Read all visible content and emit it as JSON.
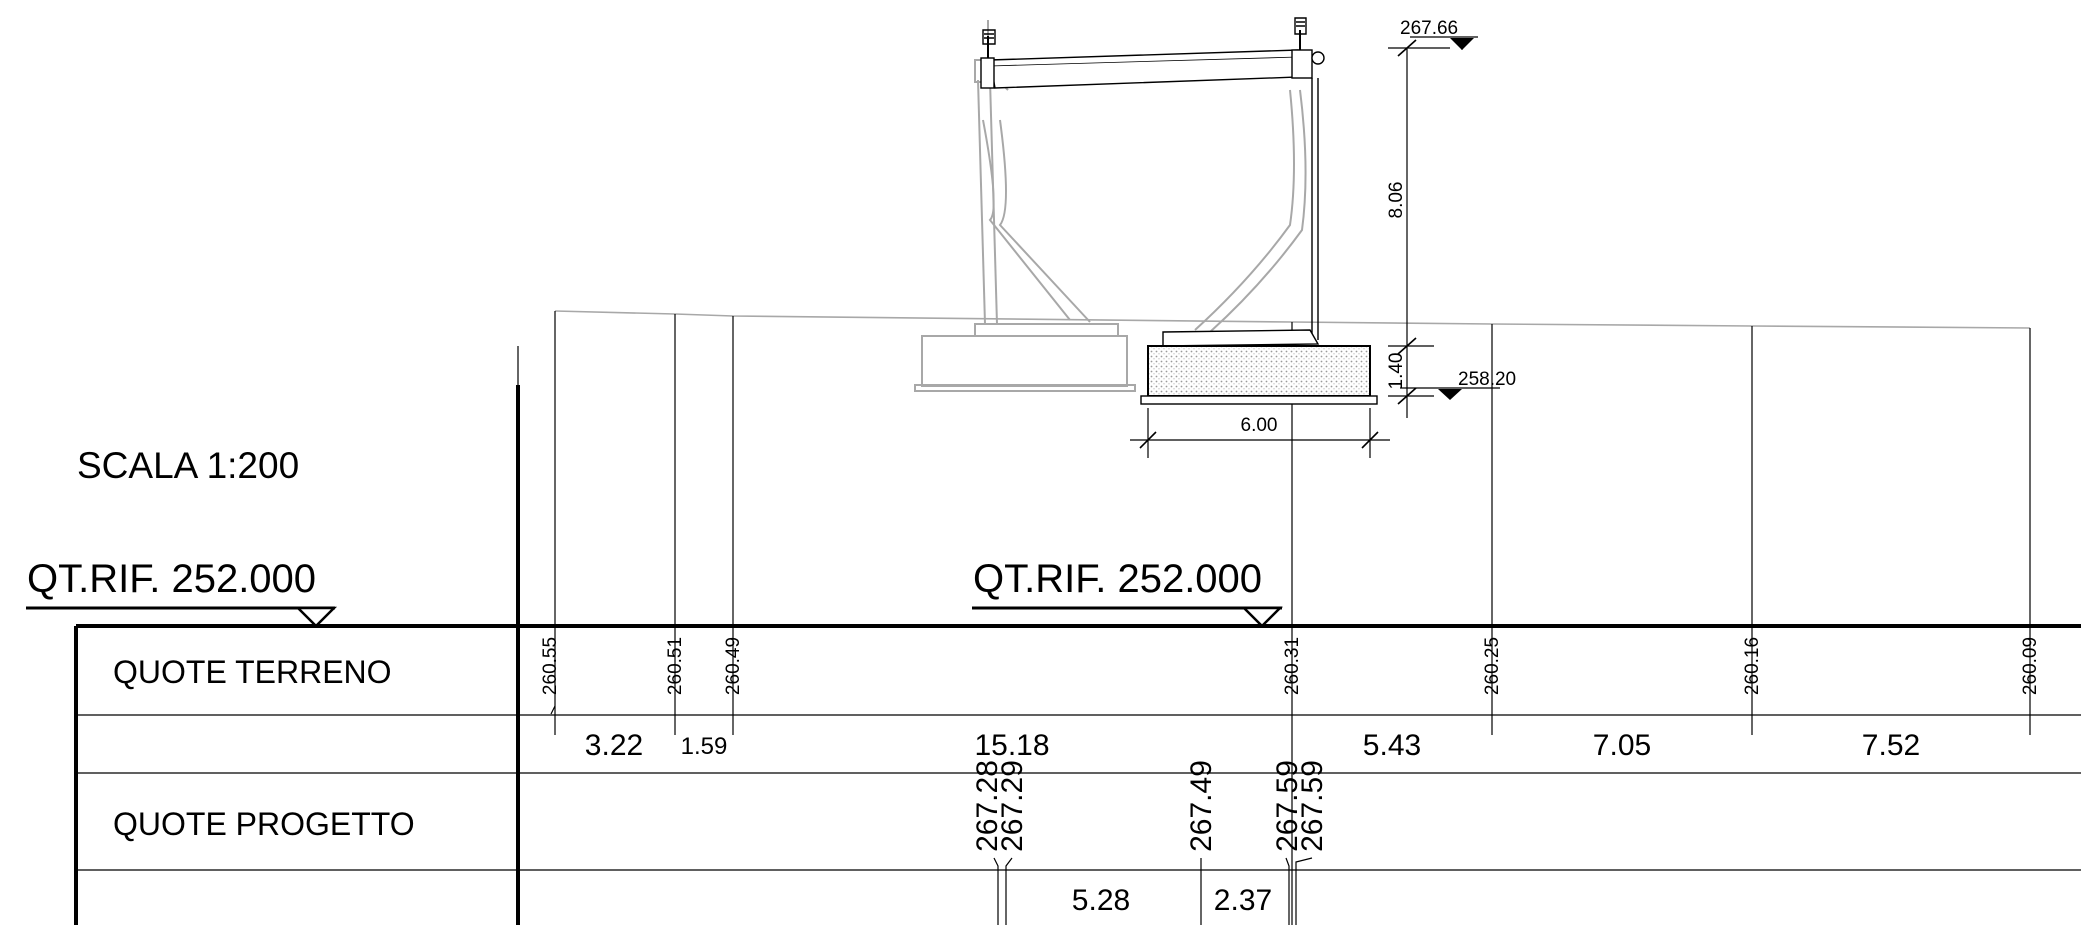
{
  "scale_label": "SCALA 1:200",
  "reference_labels": [
    "QT.RIF. 252.000",
    "QT.RIF. 252.000"
  ],
  "rows": {
    "terreno": "QUOTE TERRENO",
    "progetto": "QUOTE PROGETTO"
  },
  "terrain_elevations": [
    "260.55",
    "260.51",
    "260.49",
    "260.31",
    "260.25",
    "260.16",
    "260.09"
  ],
  "terrain_distances": [
    "3.22",
    "1.59",
    "15.18",
    "5.43",
    "7.05",
    "7.52"
  ],
  "project_elevations": [
    "267.28",
    "267.29",
    "267.49",
    "267.59",
    "267.59"
  ],
  "project_distances": [
    "5.28",
    "2.37"
  ],
  "structure": {
    "top_elevation": "267.66",
    "base_elevation": "258.20",
    "height": "8.06",
    "foundation_depth": "1.40",
    "foundation_width": "6.00"
  },
  "colors": {
    "lines": "#000000",
    "context_lines": "#a8a8a8",
    "hatch": "#bdbdbd"
  }
}
